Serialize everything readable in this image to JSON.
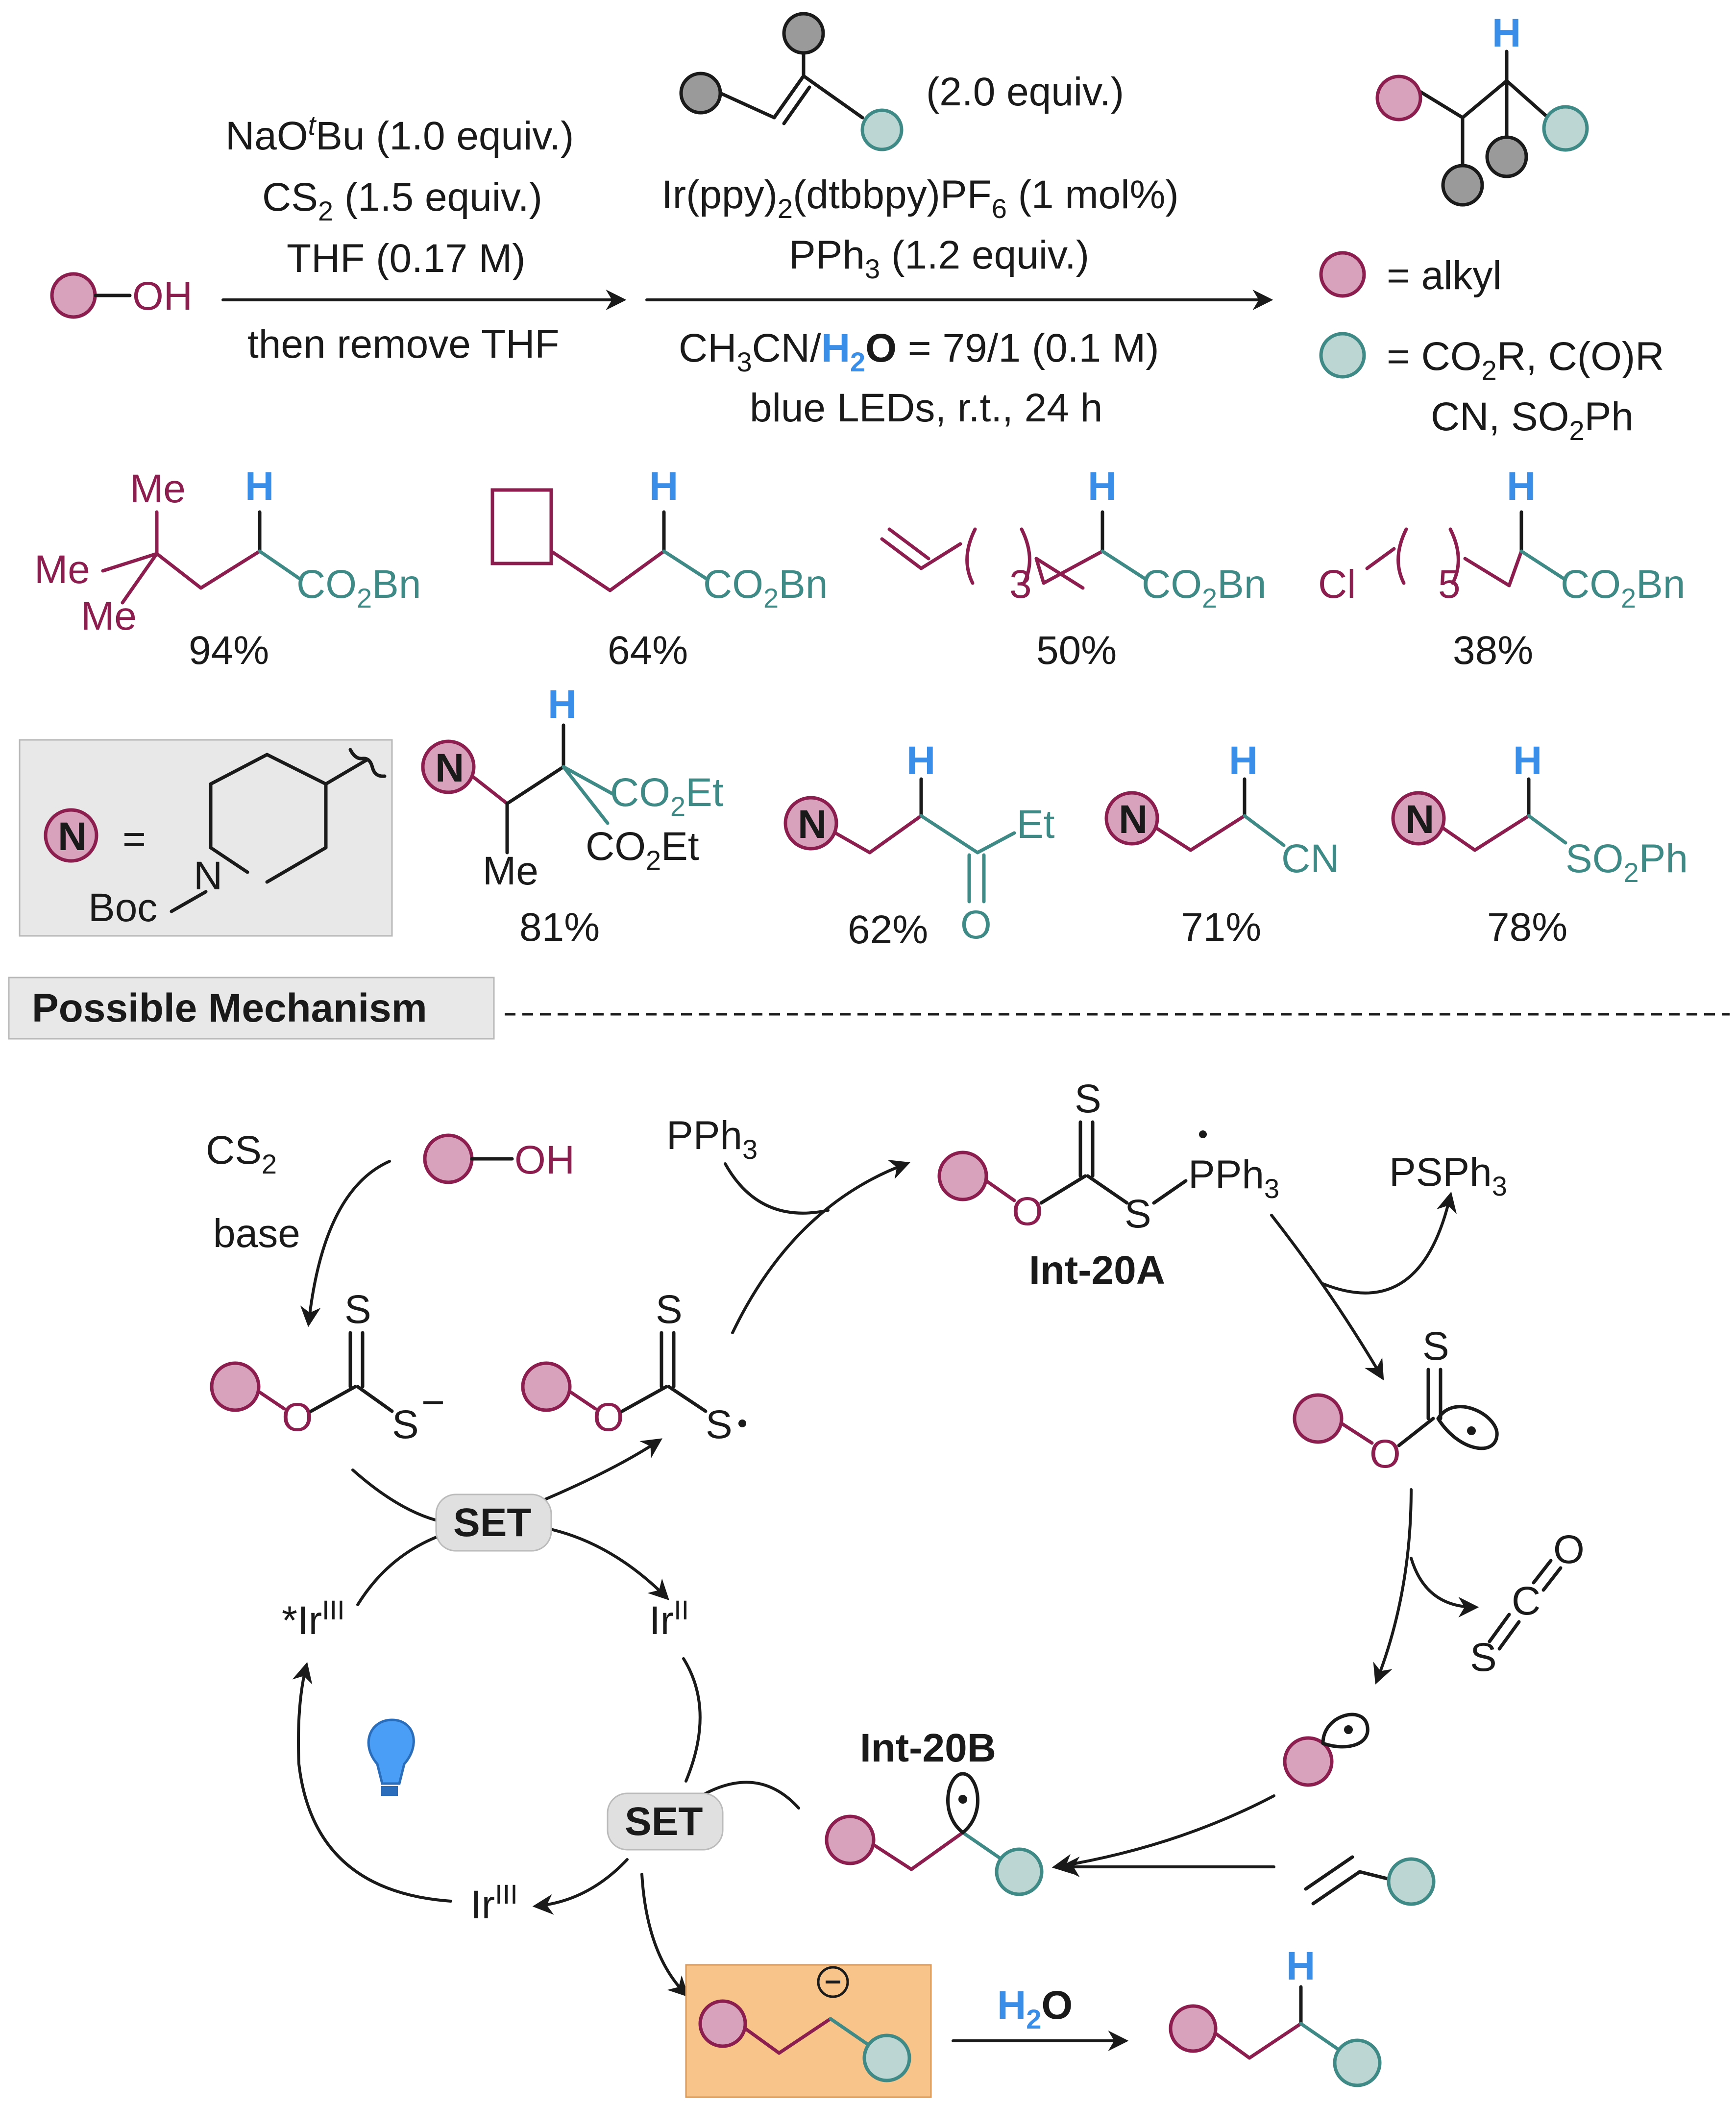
{
  "conditions": {
    "step1": [
      "NaO",
      "t",
      "Bu (1.0 equiv.)",
      "CS",
      "2",
      " (1.5 equiv.)",
      "THF (0.17 M)",
      "then remove THF"
    ],
    "alkene_equiv": "(2.0 equiv.)",
    "catalyst": "Ir(ppy)",
    "catalyst_sub1": "2",
    "catalyst_mid": "(dtbbpy)PF",
    "catalyst_sub2": "6",
    "catalyst_tail": " (1 mol%)",
    "phosphine": "PPh",
    "phosphine_sub": "3",
    "phosphine_tail": " (1.2 equiv.)",
    "solvent_a": "CH",
    "solvent_sub1": "3",
    "solvent_b": "CN/",
    "water_h": "H",
    "water_sub": "2",
    "water_o": "O",
    "solvent_tail": " = 79/1 (0.1 M)",
    "light": "blue LEDs, r.t., 24 h",
    "oh": "OH",
    "h": "H"
  },
  "legend": {
    "alkyl": "= alkyl",
    "ewg_line1": "= CO",
    "ewg_sub": "2",
    "ewg_line1_tail": "R, C(O)R",
    "ewg_line2": "CN, SO",
    "ewg_line2_sub": "2",
    "ewg_line2_tail": "Ph"
  },
  "products": {
    "yields": [
      "94%",
      "64%",
      "50%",
      "38%",
      "81%",
      "62%",
      "71%",
      "78%"
    ],
    "me": "Me",
    "co2bn": "CO",
    "bn": "Bn",
    "co2et": "CO",
    "et_tail": "Et",
    "et": "Et",
    "o": "O",
    "cn": "CN",
    "so2ph_a": "SO",
    "so2ph_b": "Ph",
    "sub2": "2",
    "sub3": "3",
    "sub5": "5",
    "cl": "Cl",
    "n": "N",
    "boc": "Boc",
    "eq": "="
  },
  "mechanism": {
    "header": "Possible Mechanism",
    "cs2": "CS",
    "cs2_sub": "2",
    "base": "base",
    "pph3": "PPh",
    "pph3_sub": "3",
    "psph3": "PSPh",
    "psph3_sub": "3",
    "int_a": "Int-20A",
    "int_b": "Int-20B",
    "set": "SET",
    "ir_excited": "*Ir",
    "ir_ii": "Ir",
    "ir_iii": "Ir",
    "sup_iii": "III",
    "sup_ii": "II",
    "s": "S",
    "o": "O",
    "c": "C",
    "minus": "−",
    "h2o_h": "H",
    "h2o_sub": "2",
    "h2o_o": "O",
    "h": "H"
  },
  "colors": {
    "alkyl": "#8b1e4e",
    "ewg": "#3f8a86",
    "hydrogen": "#3a8ee8",
    "carbanion_box": "#f8c48a",
    "header_box": "#e8e8e8"
  }
}
